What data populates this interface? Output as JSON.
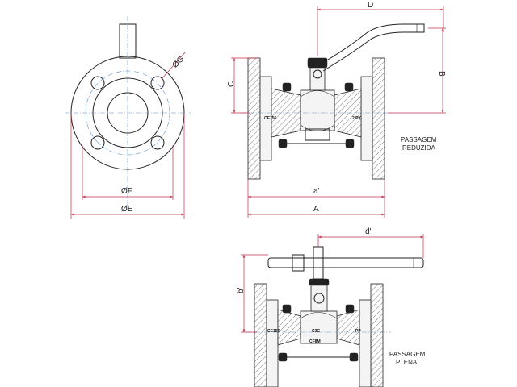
{
  "labels": {
    "phi_g": "ØG",
    "phi_f": "ØF",
    "phi_e": "ØE",
    "d": "D",
    "b": "B",
    "c": "C",
    "a_prime": "a'",
    "a": "A",
    "d_prime": "d'",
    "b_prime": "b'",
    "reduced_bore_line1": "PASSAGEM",
    "reduced_bore_line2": "REDUZIDA",
    "full_bore_line1": "PASSAGEM",
    "full_bore_line2": "PLENA"
  },
  "body_marks": {
    "top_left": "CE156",
    "top_right": "2 PK",
    "bottom_left": "CE156",
    "bottom_center1": "C3C",
    "bottom_center2": "CF8M",
    "bottom_right": "PP"
  },
  "colors": {
    "dimension_line": "#c0304a",
    "center_line": "#5a8fd0",
    "outline": "#222222"
  }
}
